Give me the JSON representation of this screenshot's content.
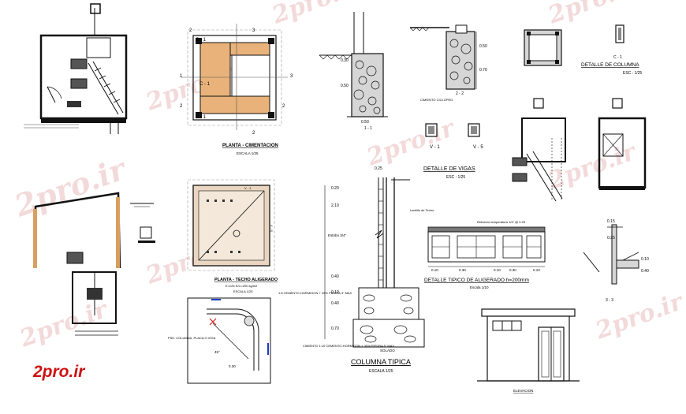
{
  "watermark": {
    "text": "2pro.ir"
  },
  "logo": {
    "text": "2pro.ir",
    "color": "#cc1111"
  },
  "foundation_plan": {
    "title": "PLANTA - CIMENTACION",
    "scale": "ESCALA  1/25",
    "marks": {
      "c1": "C - 1",
      "one": "1",
      "two": "2",
      "three": "3"
    }
  },
  "wall_section": {
    "dim_a": "0.30",
    "dim_b": "0.50",
    "dim_c": "0.50",
    "cut": "1 - 1"
  },
  "footing_section": {
    "dim_a": "0.50",
    "dim_b": "0.70",
    "note": "CIMIENTO CICLOPEO",
    "cut": "2 - 2"
  },
  "column_detail": {
    "label": "C - 1",
    "title": "DETALLE DE COLUMNA",
    "scale": "ESC : 1/25"
  },
  "beam_detail": {
    "v1": "V - 1",
    "v5": "V - 5",
    "title": "DETALLE DE VIGAS",
    "scale": "ESC : 1/25"
  },
  "roof_plan": {
    "title": "PLANTA - TECHO ALIGERADO",
    "subtitle": "E:1/25  S/C=200 kg/m2",
    "scale": "ESCALA  1/25",
    "v1": "V - 1",
    "vs": "V - S"
  },
  "typical_column": {
    "title": "COLUMNA TIPICA",
    "scale": "ESCALA  1/25",
    "dims": [
      "0.20",
      "0.25",
      "2.10",
      "0.40",
      "0.10",
      "0.40",
      "0.70"
    ],
    "mid_label": "Estribo 3/4\"",
    "note1": "1:8 CEMENTO-HORMIGON + 25% PIEDRA 3\" MAX",
    "note2": "CIMIENTO 1:10 CEMENTO-HORMIGON + 30% PIEDRA 6\" MAX",
    "bottom_label": "SOLADO"
  },
  "slab_detail": {
    "title": "DETALLE TIPICO DE ALIGERADO h=200mm",
    "scale": "Escala 1/10",
    "note_top": "Ladrillo de Techo",
    "note_right": "Refuerzo temperatura 1/4\" @ 0.25",
    "dims": [
      "0.10",
      "0.30",
      "0.10",
      "0.30",
      "0.10"
    ]
  },
  "corner_detail": {
    "note": "PSE. COLUMNA, PLACA O VIGA",
    "angle": "45°",
    "dim": "0.30"
  },
  "small_section": {
    "dims": [
      "0.15",
      "0.25",
      "0.10",
      "0.40"
    ],
    "cut": "3 - 3"
  },
  "elevation": {
    "title": "ELEVACION"
  }
}
